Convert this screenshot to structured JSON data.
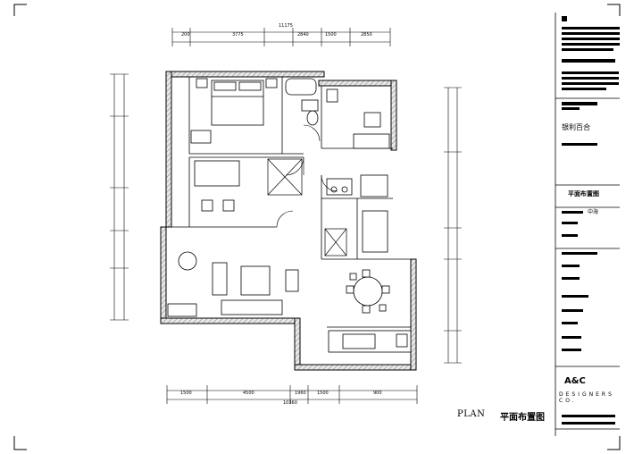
{
  "plan_label": "PLAN",
  "plan_title": "平面布置图",
  "title_block": {
    "project_name": "银利百合",
    "drawing_name": "平面布置图",
    "designer_value": "中海",
    "company_sub": "DESIGNERS CO.",
    "logo_mark": "A&C"
  },
  "dimensions": {
    "top": [
      "200",
      "3775",
      "2840",
      "1500",
      "2850"
    ],
    "top_total": "11175",
    "bottom": [
      "1500",
      "4500",
      "1960",
      "1500",
      "900"
    ],
    "bottom_total": "10360"
  },
  "colors": {
    "line": "#000000",
    "wall_fill": "#d9d9d9",
    "background": "#ffffff"
  }
}
